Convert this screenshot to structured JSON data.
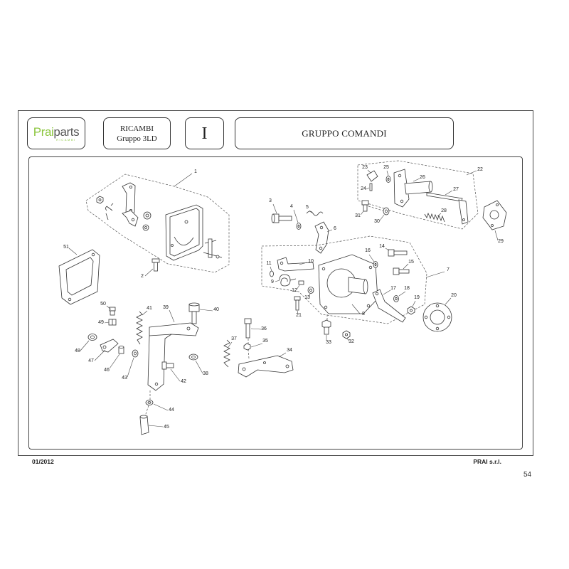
{
  "header": {
    "logo": {
      "brand_green": "Prai",
      "brand_dark": "parts",
      "tagline": "RICAMBI"
    },
    "category": "RICAMBI",
    "engine_group": "Gruppo 3LD",
    "section": "I",
    "title": "GRUPPO COMANDI"
  },
  "diagram": {
    "callouts": [
      "1",
      "2",
      "3",
      "4",
      "5",
      "6",
      "7",
      "8",
      "9",
      "10",
      "11",
      "12",
      "13",
      "14",
      "15",
      "16",
      "17",
      "18",
      "19",
      "20",
      "21",
      "22",
      "23",
      "24",
      "25",
      "26",
      "27",
      "28",
      "29",
      "30",
      "31",
      "32",
      "33",
      "34",
      "35",
      "36",
      "37",
      "38",
      "39",
      "40",
      "41",
      "42",
      "43",
      "44",
      "45",
      "46",
      "47",
      "48",
      "49",
      "50",
      "51"
    ]
  },
  "footer": {
    "date": "01/2012",
    "company": "PRAI s.r.l.",
    "page_number": "54"
  },
  "colors": {
    "brand_green": "#8cc63f",
    "brand_dark": "#5a5a5a",
    "line": "#333333"
  }
}
